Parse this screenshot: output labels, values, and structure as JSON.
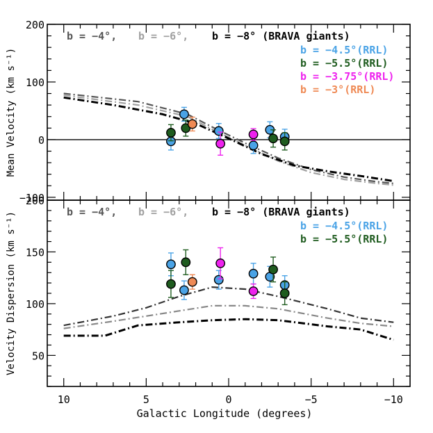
{
  "chart_data": [
    {
      "type": "scatter",
      "panel": "top",
      "ylabel": "Mean Velocity (km s⁻¹)",
      "xlim": [
        11,
        -11
      ],
      "ylim": [
        -105,
        200
      ],
      "yticks": [
        -100,
        0,
        100,
        200
      ],
      "zero_line": true,
      "model_header": [
        {
          "text": "b = −4°,",
          "color": "#555555"
        },
        {
          "text": "b = −6°,",
          "color": "#a0a0a0"
        },
        {
          "text": "b = −8° (BRAVA giants)",
          "color": "#000000"
        }
      ],
      "legend": [
        {
          "text": "b = −4.5°(RRL)",
          "color": "#4aa3e6"
        },
        {
          "text": "b = −5.5°(RRL)",
          "color": "#1f5c1f"
        },
        {
          "text": "b = −3.75°(RRL)",
          "color": "#ee22ee"
        },
        {
          "text": "b = −3°(RRL)",
          "color": "#ef8a55"
        }
      ],
      "model_lines": [
        {
          "color": "#555555",
          "width": 2.2,
          "dash": "10,4,2,4",
          "x": [
            10,
            5.5,
            2.5,
            1,
            -1,
            -3,
            -5,
            -7,
            -9,
            -10
          ],
          "y": [
            80,
            66,
            44,
            22,
            -6,
            -32,
            -52,
            -65,
            -73,
            -76
          ]
        },
        {
          "color": "#a0a0a0",
          "width": 2.2,
          "dash": "10,4,2,4",
          "x": [
            10,
            5.5,
            2.5,
            1,
            -1,
            -3,
            -5,
            -7,
            -9,
            -10
          ],
          "y": [
            77,
            60,
            40,
            18,
            -10,
            -37,
            -57,
            -69,
            -76,
            -79
          ]
        },
        {
          "color": "#000000",
          "width": 3,
          "dash": "10,4,2,4",
          "x": [
            10,
            7,
            4,
            2,
            0,
            -2,
            -4,
            -6,
            -8,
            -10
          ],
          "y": [
            73,
            60,
            44,
            28,
            2,
            -25,
            -45,
            -55,
            -63,
            -72
          ]
        }
      ],
      "series": [
        {
          "color": "#4aa3e6",
          "x": [
            3.5,
            2.7,
            0.6,
            -1.5,
            -2.5,
            -3.4
          ],
          "y": [
            -3,
            44,
            15,
            -10,
            17,
            5
          ],
          "err": [
            15,
            12,
            13,
            14,
            14,
            13
          ]
        },
        {
          "color": "#1f5c1f",
          "x": [
            3.5,
            2.6,
            -2.7,
            -3.4
          ],
          "y": [
            12,
            20,
            2,
            -3
          ],
          "err": [
            14,
            14,
            15,
            15
          ]
        },
        {
          "color": "#ee22ee",
          "x": [
            0.5,
            -1.5
          ],
          "y": [
            -7,
            9
          ],
          "err": [
            20,
            10
          ]
        },
        {
          "color": "#ef8a55",
          "x": [
            2.2
          ],
          "y": [
            27
          ],
          "err": [
            12
          ]
        }
      ]
    },
    {
      "type": "scatter",
      "panel": "bottom",
      "ylabel": "Velocity Dispersion (km s⁻¹)",
      "xlabel": "Galactic Longitude (degrees)",
      "xlim": [
        11,
        -11
      ],
      "ylim": [
        20,
        200
      ],
      "yticks": [
        50,
        100,
        150,
        200
      ],
      "xticks": [
        10,
        5,
        0,
        -5,
        -10
      ],
      "xticklabels": [
        "10",
        "5",
        "0",
        "−5",
        "−10"
      ],
      "model_header": [
        {
          "text": "b = −4°,",
          "color": "#555555"
        },
        {
          "text": "b = −6°,",
          "color": "#a0a0a0"
        },
        {
          "text": "b = −8° (BRAVA giants)",
          "color": "#000000"
        }
      ],
      "legend": [
        {
          "text": "b = −4.5°(RRL)",
          "color": "#4aa3e6"
        },
        {
          "text": "b = −5.5°(RRL)",
          "color": "#1f5c1f"
        }
      ],
      "model_lines": [
        {
          "color": "#333333",
          "width": 2.2,
          "dash": "10,4,2,4",
          "x": [
            10,
            7,
            5,
            3,
            1,
            -1,
            -3,
            -6,
            -8,
            -10
          ],
          "y": [
            79,
            88,
            96,
            107,
            116,
            114,
            107,
            95,
            86,
            82
          ]
        },
        {
          "color": "#888888",
          "width": 2.2,
          "dash": "10,4,2,4",
          "x": [
            10,
            7,
            5,
            3,
            1,
            -1,
            -3,
            -6,
            -8,
            -10
          ],
          "y": [
            76,
            83,
            88,
            93,
            98,
            98,
            95,
            86,
            81,
            78
          ]
        },
        {
          "color": "#000000",
          "width": 3,
          "dash": "10,4,2,4",
          "x": [
            10,
            7.5,
            5.5,
            3,
            1,
            -1,
            -3,
            -6,
            -8,
            -10
          ],
          "y": [
            69,
            69,
            79,
            82,
            84,
            85,
            84,
            78,
            75,
            65
          ]
        }
      ],
      "series": [
        {
          "color": "#4aa3e6",
          "x": [
            3.5,
            2.7,
            0.6,
            -1.5,
            -2.5,
            -3.4
          ],
          "y": [
            138,
            113,
            123,
            129,
            126,
            118
          ],
          "err": [
            11,
            9,
            9,
            10,
            10,
            9
          ]
        },
        {
          "color": "#1f5c1f",
          "x": [
            3.5,
            2.6,
            -2.7,
            -3.4
          ],
          "y": [
            119,
            140,
            133,
            110
          ],
          "err": [
            13,
            12,
            12,
            11
          ]
        },
        {
          "color": "#ee22ee",
          "x": [
            0.5,
            -1.5
          ],
          "y": [
            139,
            112
          ],
          "err": [
            15,
            7
          ]
        },
        {
          "color": "#ef8a55",
          "x": [
            2.2
          ],
          "y": [
            121
          ],
          "err": [
            7
          ]
        }
      ]
    }
  ]
}
